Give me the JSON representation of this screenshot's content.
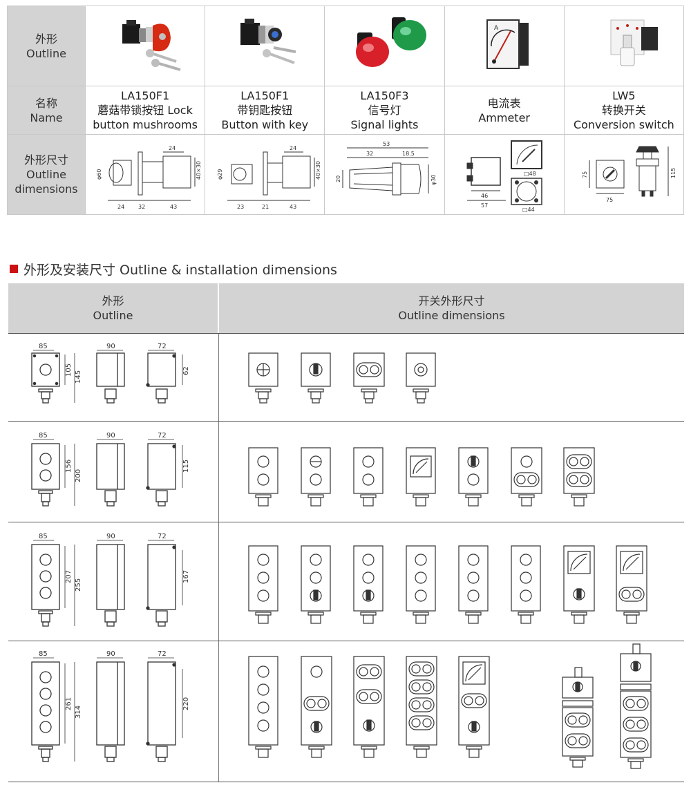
{
  "top_table": {
    "row_outline": {
      "zh": "外形",
      "en": "Outline"
    },
    "row_name": {
      "zh": "名称",
      "en": "Name"
    },
    "row_dims": {
      "zh": "外形尺寸",
      "en1": "Outline",
      "en2": "dimensions"
    },
    "items": [
      {
        "line1": "LA150F1",
        "line2": "蘑菇带锁按钮 Lock",
        "line3": "button mushrooms",
        "dims": {
          "w_top": "24",
          "d": "φ60",
          "h": "40×30",
          "b1": "24",
          "b2": "32",
          "b3": "43"
        }
      },
      {
        "line1": "LA150F1",
        "line2": "带钥匙按钮",
        "line3": "Button with key",
        "dims": {
          "w_top": "24",
          "d": "φ29",
          "h": "40×30",
          "b1": "23",
          "b2": "21",
          "b3": "43"
        }
      },
      {
        "line1": "LA150F3",
        "line2": "信号灯",
        "line3": "Signal lights",
        "dims": {
          "total": "53",
          "a": "32",
          "b": "18.5",
          "h": "20",
          "d": "φ30"
        }
      },
      {
        "line1": "",
        "line2": "电流表",
        "line3": "Ammeter",
        "dims": {
          "sq1": "□48",
          "w": "46",
          "total": "57",
          "sq2": "□44"
        }
      },
      {
        "line1": "LW5",
        "line2": "转换开关",
        "line3": "Conversion switch",
        "dims": {
          "h": "75",
          "w": "75",
          "total": "115"
        }
      }
    ]
  },
  "section": {
    "title": "外形及安装尺寸 Outline & installation dimensions"
  },
  "outline_table": {
    "head_left": {
      "zh": "外形",
      "en": "Outline"
    },
    "head_right": {
      "zh": "开关外形尺寸",
      "en": "Outline dimensions"
    },
    "rows": [
      {
        "w_front": "85",
        "w_side": "90",
        "w_back": "72",
        "inner_h": "105",
        "outer_h": "145",
        "back_h": "62"
      },
      {
        "w_front": "85",
        "w_side": "90",
        "w_back": "72",
        "inner_h": "156",
        "outer_h": "200",
        "back_h": "115"
      },
      {
        "w_front": "85",
        "w_side": "90",
        "w_back": "72",
        "inner_h": "207",
        "outer_h": "255",
        "back_h": "167"
      },
      {
        "w_front": "85",
        "w_side": "90",
        "w_back": "72",
        "inner_h": "261",
        "outer_h": "314",
        "back_h": "220"
      }
    ]
  },
  "colors": {
    "header_bg": "#d3d3d3",
    "accent": "#cc1111",
    "line": "#333333"
  }
}
